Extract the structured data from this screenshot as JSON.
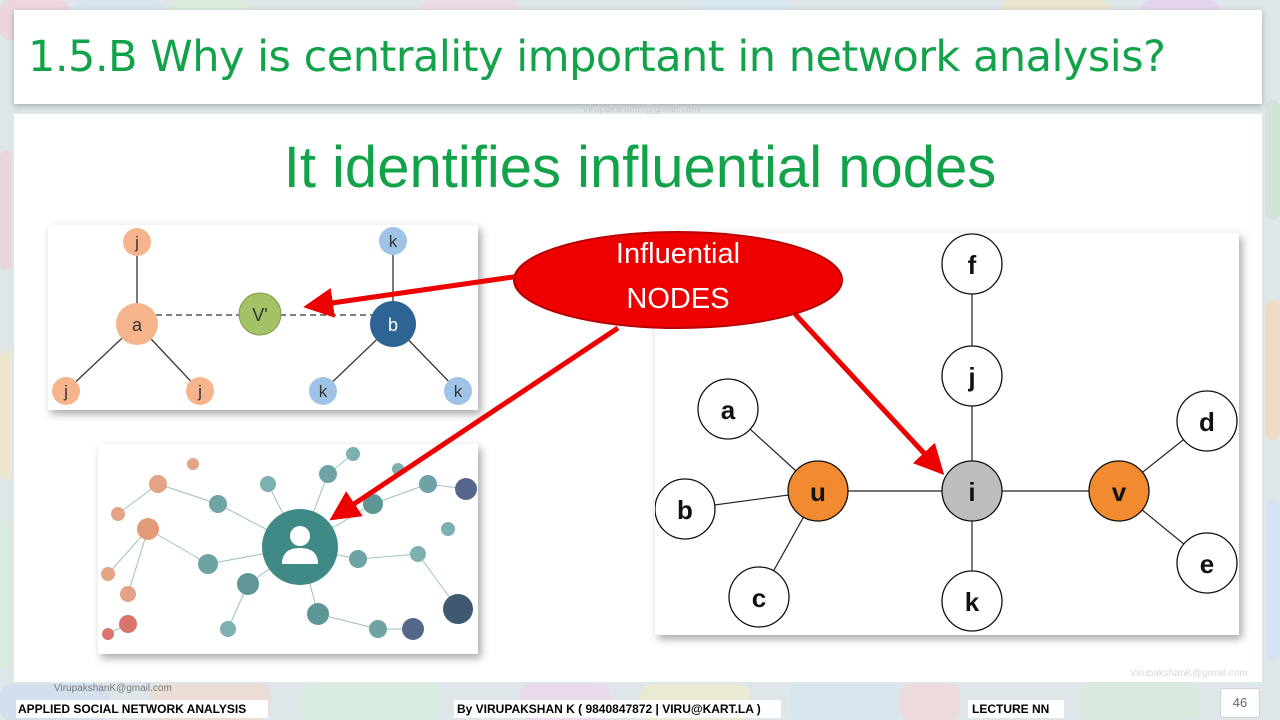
{
  "slide": {
    "title": "1.5.B Why is centrality important in network analysis?",
    "heading": "It identifies influential nodes",
    "callout_line1": "Influential",
    "callout_line2": "NODES",
    "page_number": "46",
    "watermark": "VirupakshanK@gmail.com"
  },
  "diagram_top_left": {
    "nodes": [
      "j",
      "a",
      "V'",
      "b",
      "k",
      "j",
      "j",
      "k",
      "k"
    ]
  },
  "diagram_right": {
    "nodes": [
      "f",
      "j",
      "a",
      "b",
      "c",
      "u",
      "i",
      "v",
      "d",
      "e",
      "k"
    ]
  },
  "footer": {
    "course": "APPLIED SOCIAL NETWORK ANALYSIS",
    "author": "By VIRUPAKSHAN K ( 9840847872 | VIRU@KART.LA )",
    "lecture": "LECTURE NN"
  },
  "colors": {
    "accent_green": "#12a24a",
    "callout_red": "#ee0000",
    "node_orange": "#f28a30",
    "node_gray": "#bdbdbd"
  }
}
